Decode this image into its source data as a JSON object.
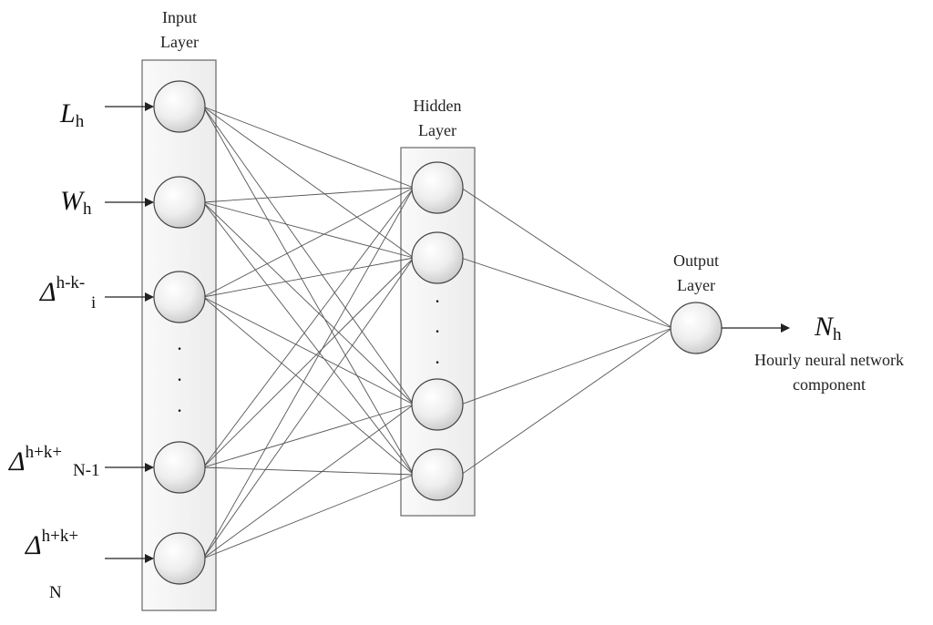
{
  "layers": {
    "input_title": [
      "Input",
      "Layer"
    ],
    "hidden_title": [
      "Hidden",
      "Layer"
    ],
    "output_title": [
      "Output",
      "Layer"
    ]
  },
  "inputs": [
    {
      "main": "L",
      "sup": "",
      "sub": "h"
    },
    {
      "main": "W",
      "sup": "",
      "sub": "h"
    },
    {
      "main": "Δ",
      "sup": "h-k-",
      "sub": "i"
    },
    {
      "main": "Δ",
      "sup": "h+k+",
      "sub": "N-1"
    },
    {
      "main": "Δ",
      "sup": "h+k+",
      "sub": "N"
    }
  ],
  "output": {
    "symbol_main": "N",
    "symbol_sub": "h",
    "caption": [
      "Hourly neural network",
      "component"
    ]
  },
  "ellipsis": "·",
  "colors": {
    "node_fill_light": "#ffffff",
    "node_fill_dark": "#c9c9c9",
    "stroke": "#555555",
    "box_fill": "#f4f4f4"
  }
}
